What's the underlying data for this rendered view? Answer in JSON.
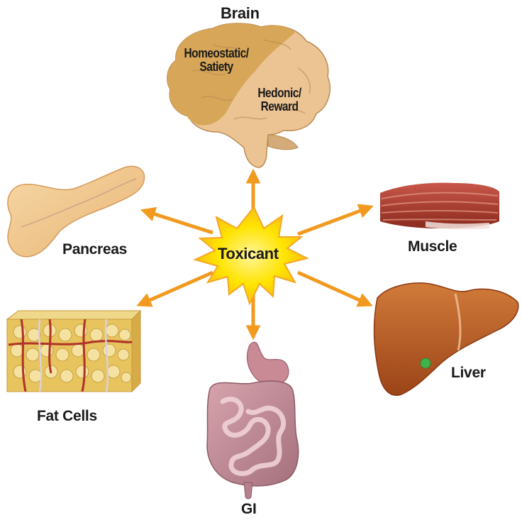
{
  "center": {
    "label": "Toxicant"
  },
  "organs": {
    "brain": {
      "label": "Brain",
      "region_1": "Homeostatic/\nSatiety",
      "region_2": "Hedonic/\nReward"
    },
    "pancreas": {
      "label": "Pancreas"
    },
    "muscle": {
      "label": "Muscle"
    },
    "fat": {
      "label": "Fat Cells"
    },
    "liver": {
      "label": "Liver"
    },
    "gi": {
      "label": "GI"
    }
  },
  "colors": {
    "arrow": "#f29a1f",
    "burst_fill": "#fde100",
    "burst_stroke": "#f5a623",
    "brain_dark": "#d7a658",
    "brain_light": "#ecc494",
    "liver": "#b85a28",
    "muscle": "#a33b2a",
    "fat": "#e7c45d",
    "pancreas": "#f1c98f",
    "gi": "#c08a95"
  }
}
